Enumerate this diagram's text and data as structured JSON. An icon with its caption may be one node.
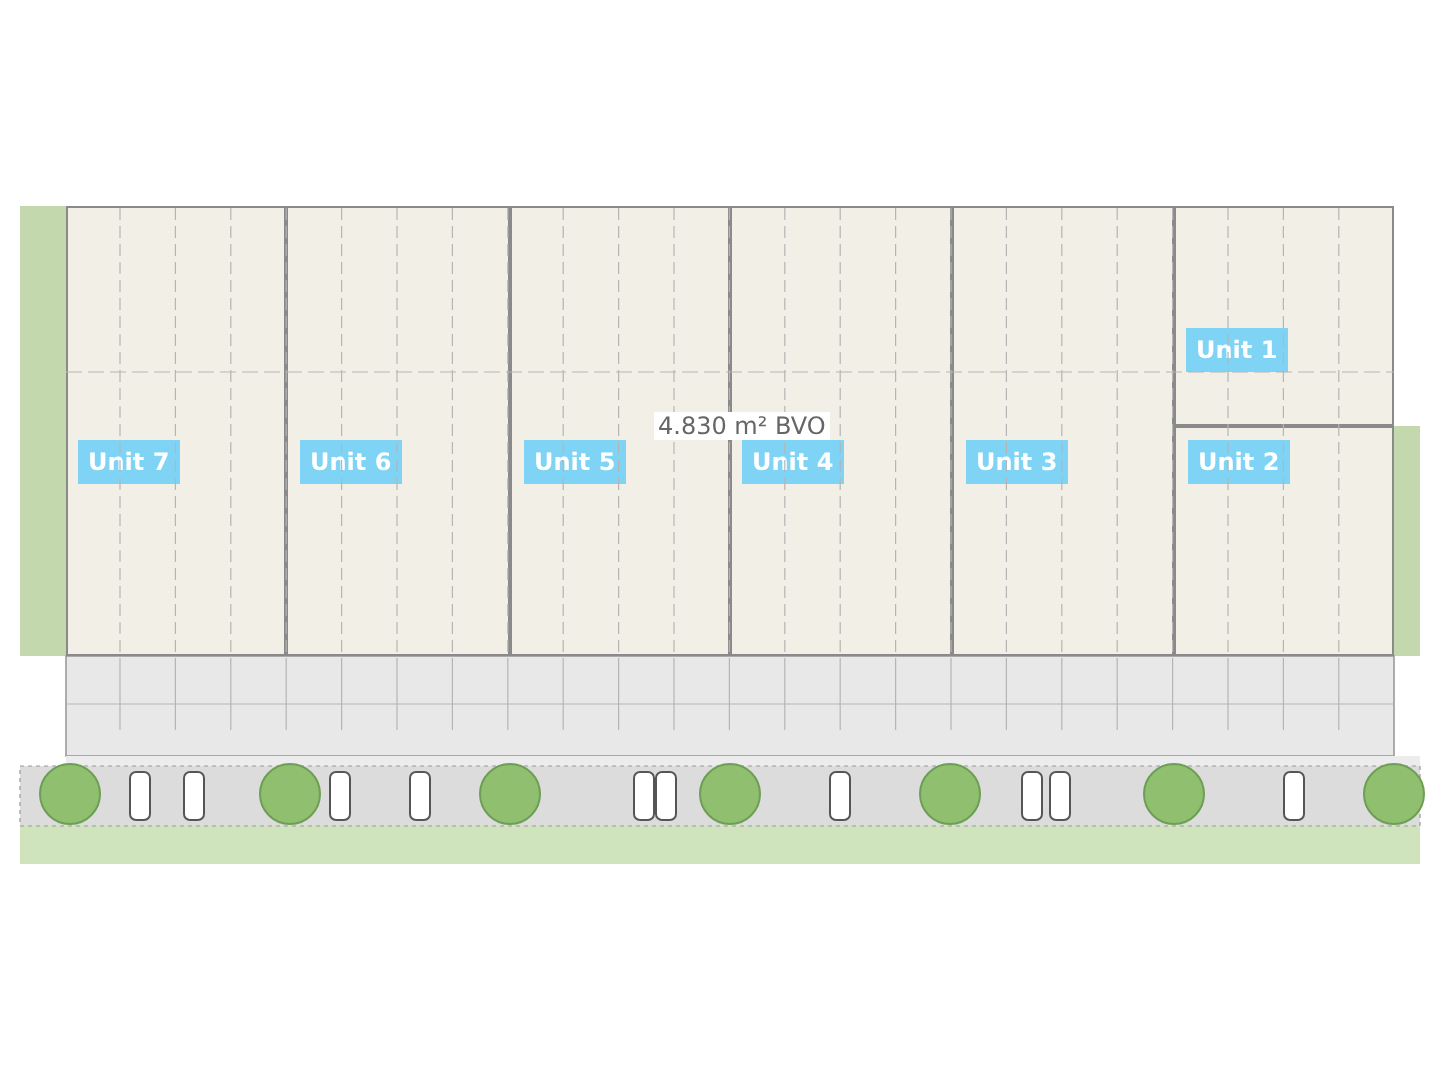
{
  "diagram": {
    "nodes": [
      {
        "text": [
          "Unit 1"
        ]
      },
      {
        "text": [
          "Unit 7"
        ]
      },
      {
        "text": [
          "Unit 6"
        ]
      },
      {
        "text": [
          "Unit 5"
        ]
      },
      {
        "text": [
          "Unit 4"
        ]
      },
      {
        "text": [
          "Unit 3"
        ]
      },
      {
        "text": [
          "Unit 2"
        ]
      }
    ],
    "labels": [
      "4.830 m² BVO"
    ]
  }
}
